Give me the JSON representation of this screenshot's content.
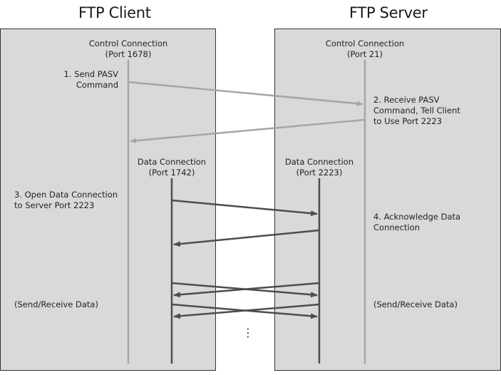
{
  "client_title": "FTP Client",
  "server_title": "FTP Server",
  "client_control": {
    "line1": "Control Connection",
    "line2": "(Port 1678)"
  },
  "server_control": {
    "line1": "Control Connection",
    "line2": "(Port 21)"
  },
  "client_data": {
    "line1": "Data Connection",
    "line2": "(Port 1742)"
  },
  "server_data": {
    "line1": "Data Connection",
    "line2": "(Port 2223)"
  },
  "steps": {
    "step1": {
      "line1": "1. Send PASV",
      "line2": "Command"
    },
    "step2": {
      "line1": "2. Receive PASV",
      "line2": "Command, Tell Client",
      "line3": "to Use Port 2223"
    },
    "step3": {
      "line1": "3. Open Data Connection",
      "line2": "to Server Port 2223"
    },
    "step4": {
      "line1": "4. Acknowledge Data",
      "line2": "Connection"
    }
  },
  "client_send_receive": "(Send/Receive Data)",
  "server_send_receive": "(Send/Receive Data)",
  "ellipsis": "⋮",
  "colors": {
    "panel": "#d9d9d9",
    "control_line": "#a6a6a6",
    "data_line": "#4d4d4d"
  }
}
